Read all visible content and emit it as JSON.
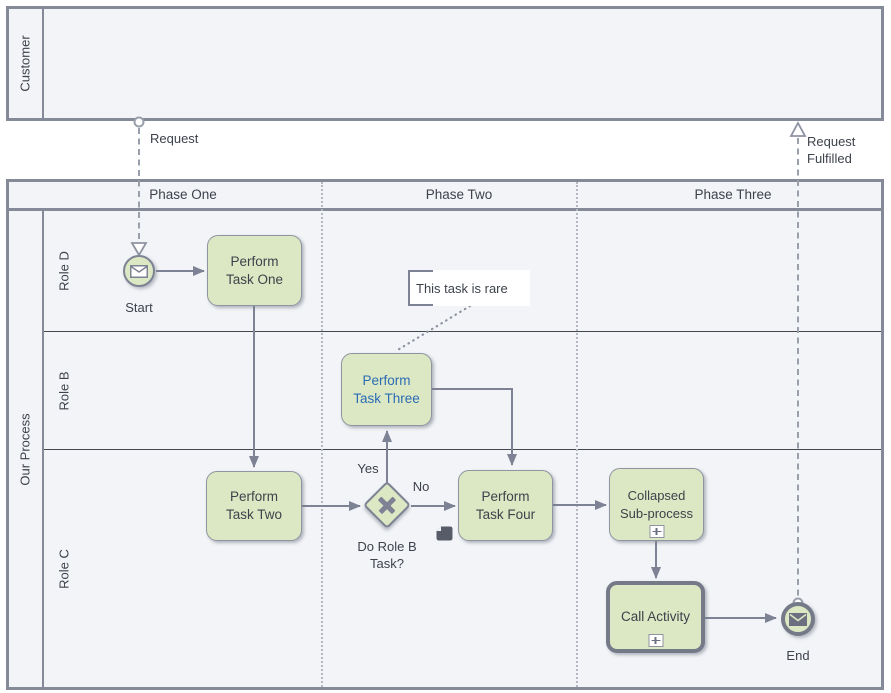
{
  "customer_pool": {
    "label": "Customer"
  },
  "process_pool": {
    "label": "Our Process",
    "phases": [
      {
        "label": "Phase One"
      },
      {
        "label": "Phase Two"
      },
      {
        "label": "Phase Three"
      }
    ],
    "lanes": [
      {
        "label": "Role D"
      },
      {
        "label": "Role B"
      },
      {
        "label": "Role C"
      }
    ]
  },
  "nodes": {
    "start_event": {
      "label": "Start"
    },
    "task_one": {
      "label": "Perform Task One"
    },
    "task_two": {
      "label": "Perform Task Two"
    },
    "task_three": {
      "label": "Perform Task Three"
    },
    "task_four": {
      "label": "Perform Task Four"
    },
    "gateway": {
      "label": "Do Role B Task?"
    },
    "collapsed_subprocess": {
      "label": "Collapsed Sub-process"
    },
    "call_activity": {
      "label": "Call Activity"
    },
    "end_event": {
      "label": "End"
    },
    "annotation": {
      "text": "This task is rare"
    }
  },
  "flows": {
    "request": {
      "label": "Request"
    },
    "request_fulfilled": {
      "label": "Request Fulfilled"
    },
    "yes": {
      "label": "Yes"
    },
    "no": {
      "label": "No"
    }
  },
  "colors": {
    "task_fill": "#dce8c3",
    "task_border": "#8f94a1",
    "pool_fill": "#f2f4f7",
    "pool_border": "#858a99",
    "sequence_flow": "#7d8294",
    "message_flow": "#999fab",
    "link_text": "#2b6cb5",
    "text": "#3d424b"
  }
}
